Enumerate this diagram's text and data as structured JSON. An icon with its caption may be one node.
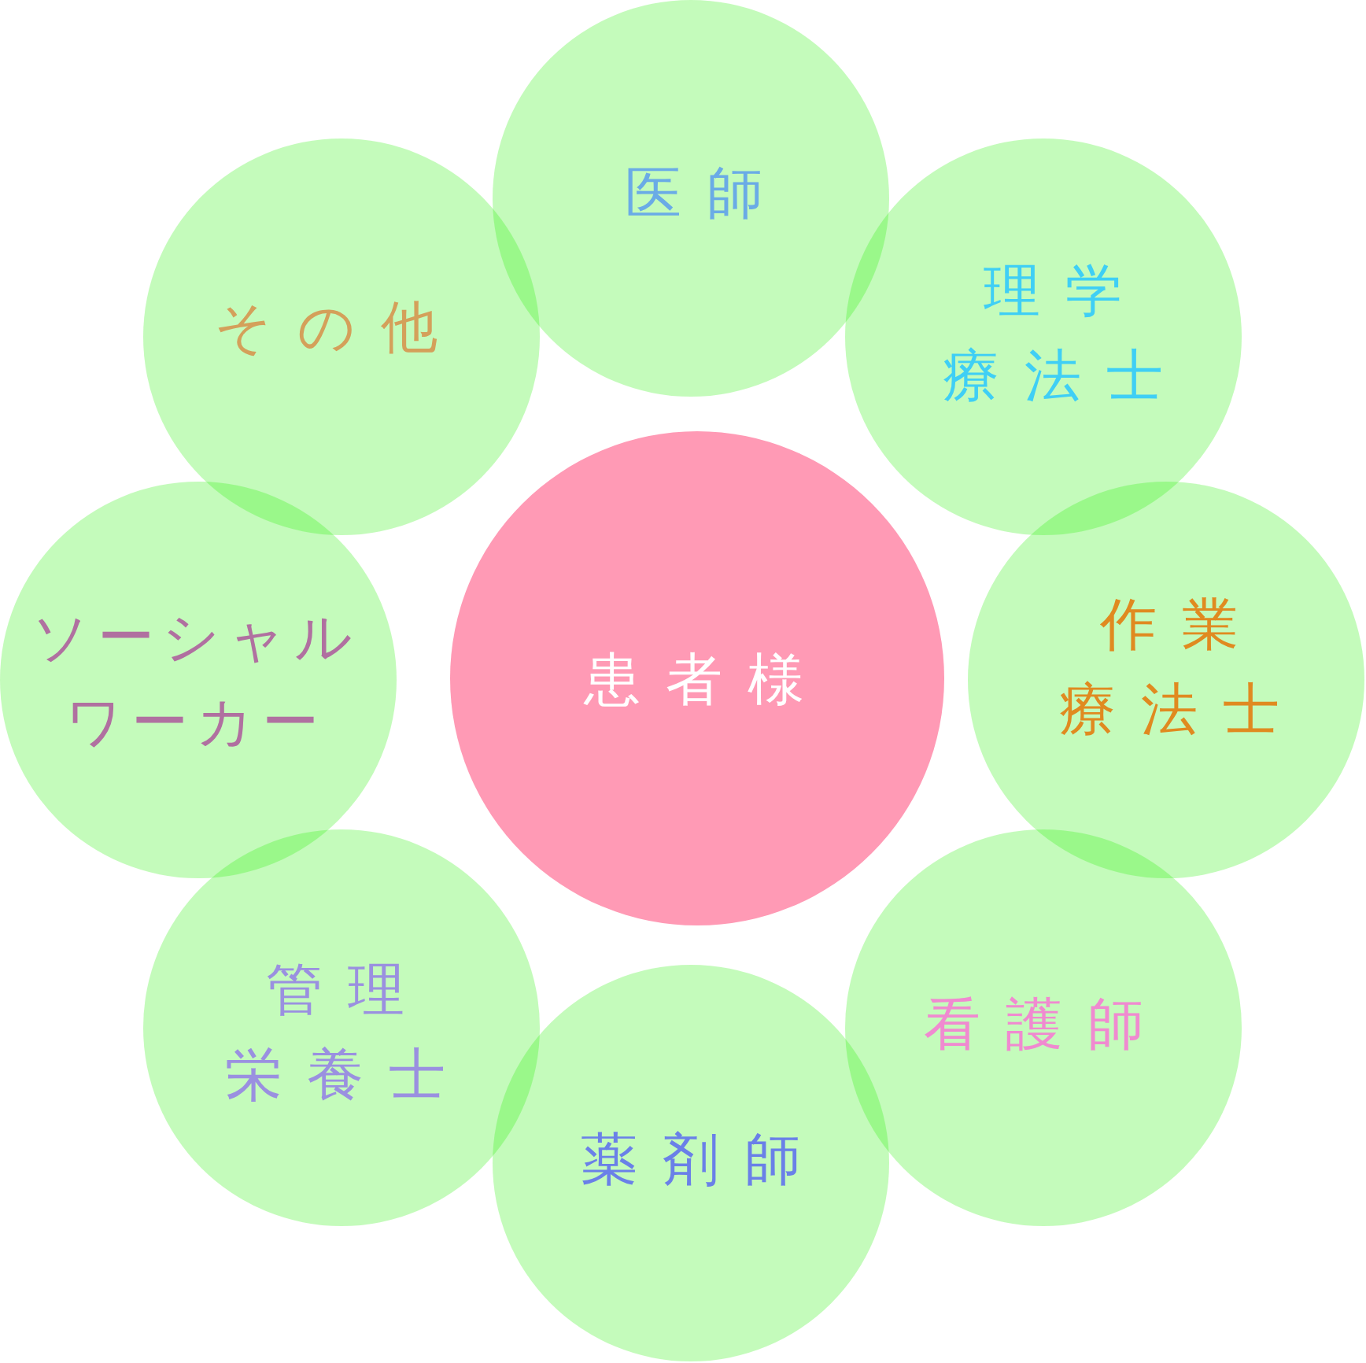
{
  "diagram": {
    "nodes": [
      {
        "text": [
          "患者様"
        ]
      },
      {
        "text": [
          "医師"
        ]
      },
      {
        "text": [
          "理学療法士"
        ]
      },
      {
        "text": [
          "作業療法士"
        ]
      },
      {
        "text": [
          "看護師"
        ]
      },
      {
        "text": [
          "薬剤師"
        ]
      },
      {
        "text": [
          "管理栄養士"
        ]
      },
      {
        "text": [
          "ソーシャルワーカー"
        ]
      },
      {
        "text": [
          "その他"
        ]
      }
    ]
  }
}
